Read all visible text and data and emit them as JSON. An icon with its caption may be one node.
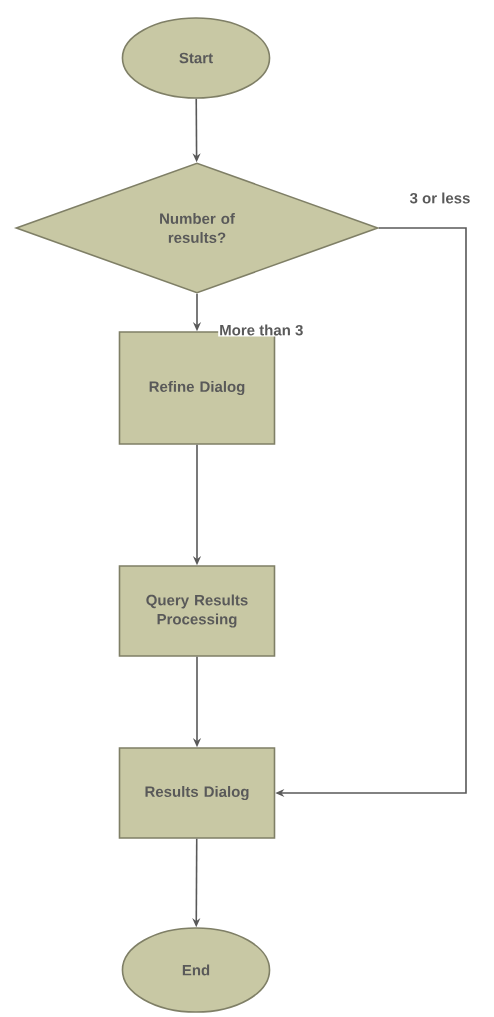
{
  "diagram": {
    "nodes": [
      {
        "text": [
          "Start"
        ]
      },
      {
        "text": [
          "Number of results?"
        ]
      },
      {
        "text": [
          "Refine Dialog"
        ]
      },
      {
        "text": [
          "Query Results Processing"
        ]
      },
      {
        "text": [
          "Results Dialog"
        ]
      },
      {
        "text": [
          "End"
        ]
      }
    ],
    "edges": [
      {
        "from": 0,
        "to": 1,
        "arrow": "to"
      },
      {
        "from": 1,
        "to": 2,
        "arrow": "to",
        "label": "More than 3"
      },
      {
        "from": 2,
        "to": 3,
        "arrow": "to"
      },
      {
        "from": 3,
        "to": 4,
        "arrow": "to"
      },
      {
        "from": 1,
        "to": 4,
        "arrow": "to",
        "label": "3  or less"
      },
      {
        "from": 4,
        "to": 5,
        "arrow": "to"
      }
    ]
  }
}
